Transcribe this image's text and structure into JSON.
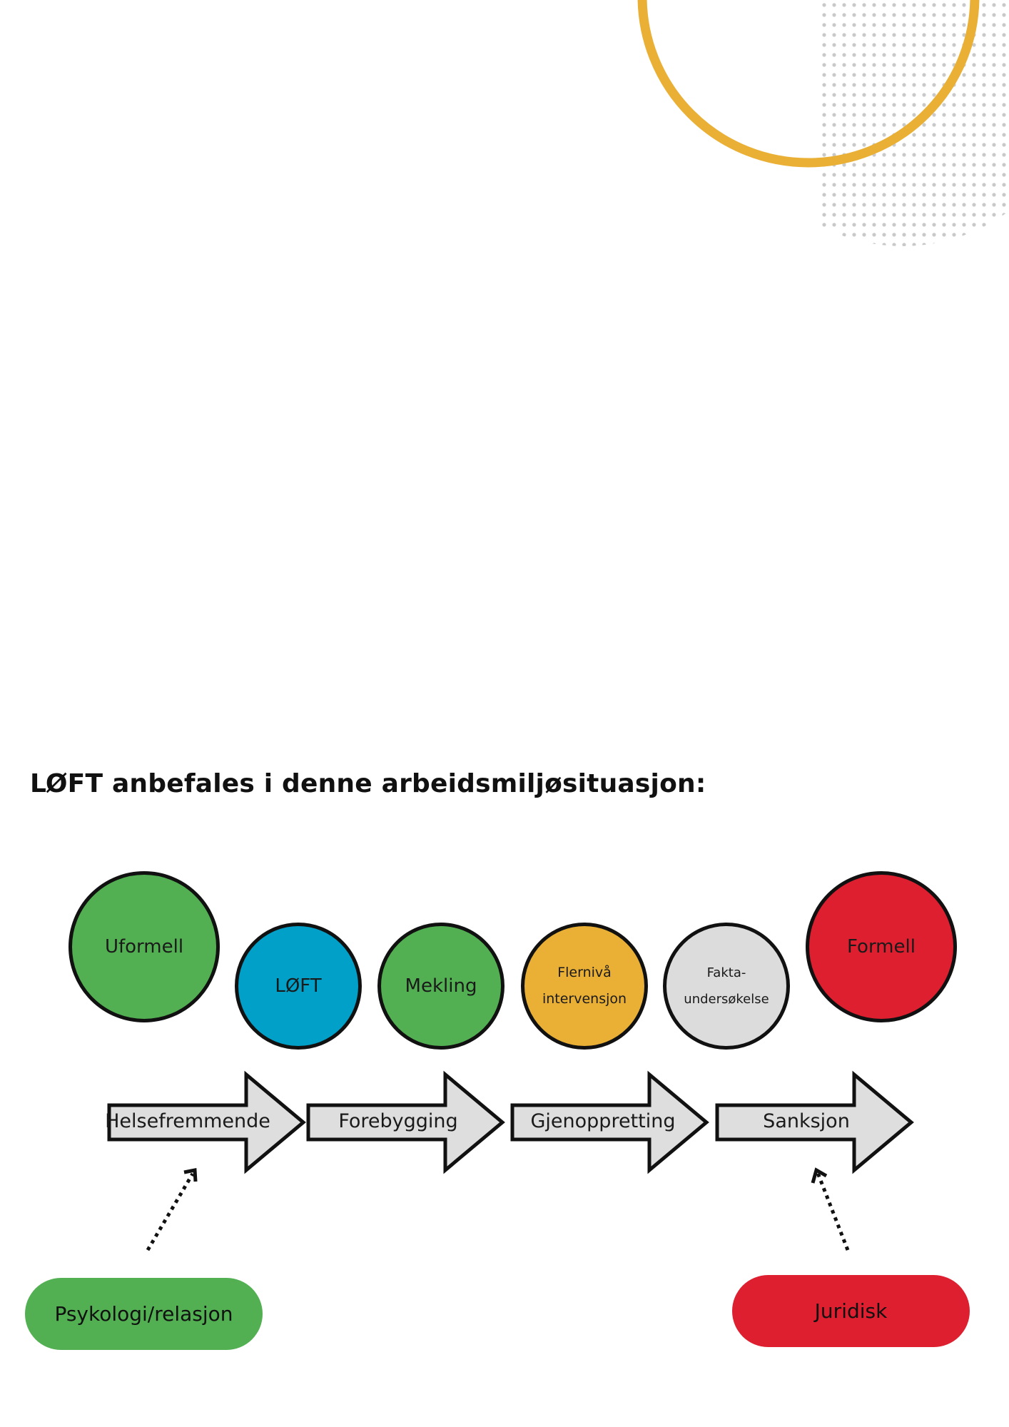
{
  "title": "LØFT anbefales i denne arbeidsmiljøsituasjon:",
  "colors": {
    "green": "#52b052",
    "blue": "#00a0c8",
    "orange": "#e9b035",
    "light_gray": "#dcdcdc",
    "red": "#dd1f2f",
    "ring": "#e9b035",
    "dots": "#c9c9c9"
  },
  "circles": [
    {
      "label": "Uformell",
      "color": "green"
    },
    {
      "label": "LØFT",
      "color": "blue"
    },
    {
      "label": "Mekling",
      "color": "green"
    },
    {
      "label_lines": [
        "Flernivå",
        "intervensjon"
      ],
      "color": "orange"
    },
    {
      "label_lines": [
        "Fakta-",
        "undersøkelse"
      ],
      "color": "light_gray"
    },
    {
      "label": "Formell",
      "color": "red"
    }
  ],
  "arrows": [
    {
      "label": "Helsefremmende"
    },
    {
      "label": "Forebygging"
    },
    {
      "label": "Gjenoppretting"
    },
    {
      "label": "Sanksjon"
    }
  ],
  "pills": [
    {
      "label": "Psykologi/relasjon",
      "color": "green"
    },
    {
      "label": "Juridisk",
      "color": "red"
    }
  ]
}
